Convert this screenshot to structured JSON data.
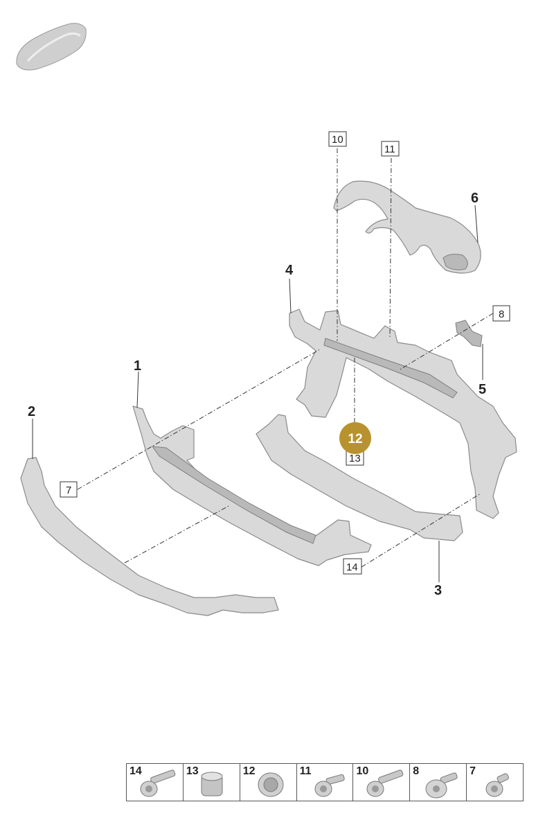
{
  "callouts": {
    "c1": "1",
    "c2": "2",
    "c3": "3",
    "c4": "4",
    "c5": "5",
    "c6": "6",
    "highlighted": "12"
  },
  "boxed_refs": {
    "b7": "7",
    "b8": "8",
    "b10": "10",
    "b11": "11",
    "b13": "13",
    "b14": "14"
  },
  "colors": {
    "highlight": "#b8922e",
    "part_fill": "#d9d9d9"
  },
  "legend": [
    {
      "num": "14",
      "icon": "bolt-icon"
    },
    {
      "num": "13",
      "icon": "sleeve-icon"
    },
    {
      "num": "12",
      "icon": "grommet-icon"
    },
    {
      "num": "11",
      "icon": "bolt-icon"
    },
    {
      "num": "10",
      "icon": "bolt-icon"
    },
    {
      "num": "8",
      "icon": "flange-screw-icon"
    },
    {
      "num": "7",
      "icon": "short-screw-icon"
    }
  ]
}
